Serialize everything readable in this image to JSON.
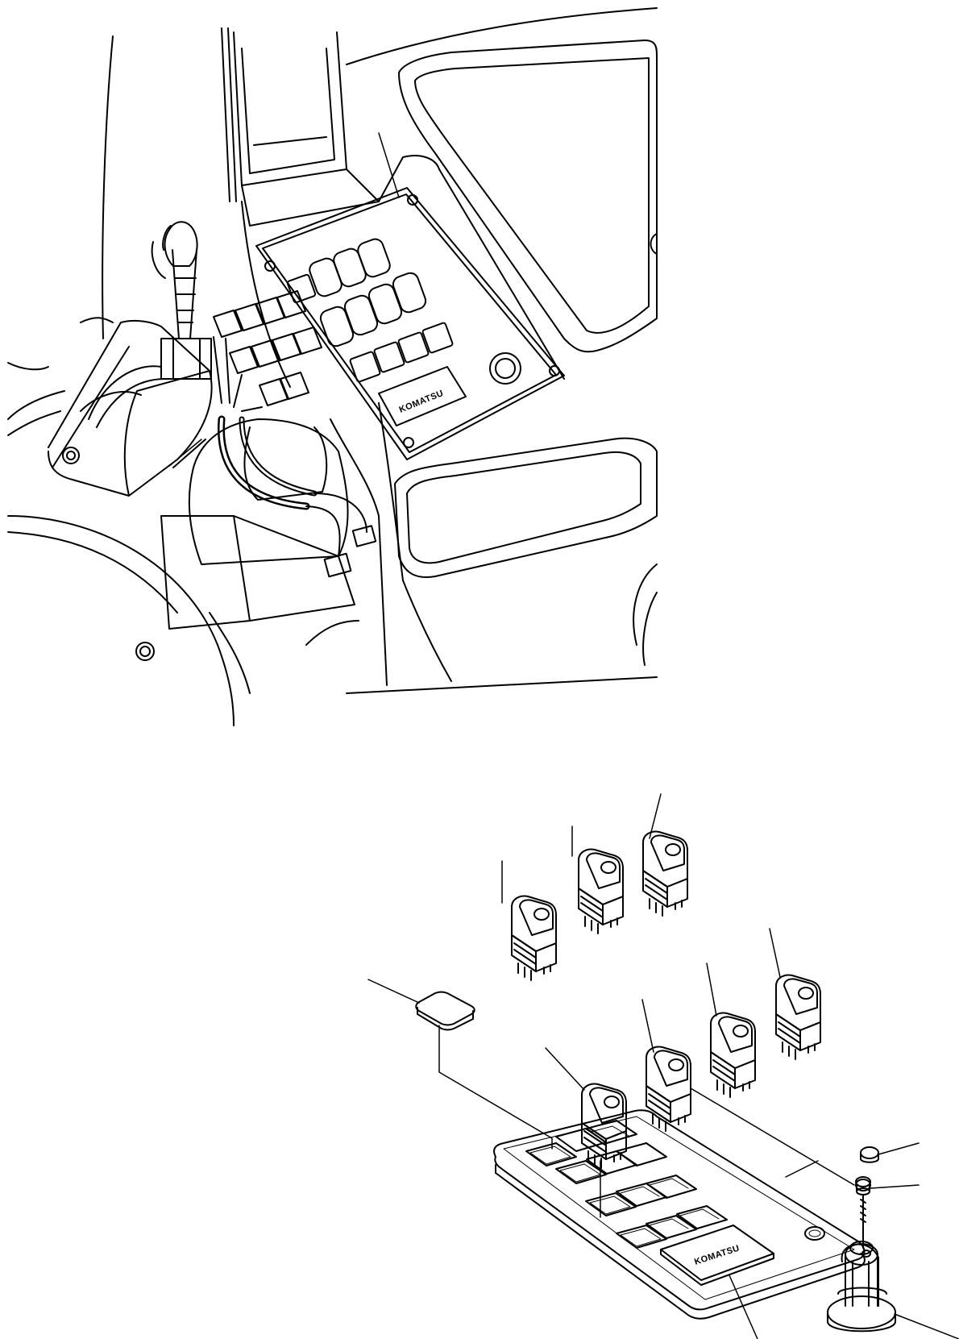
{
  "figure": {
    "type": "exploded parts diagram",
    "brand_logo_text": "KOMATSU",
    "stroke_color": "#000000",
    "background_color": "#ffffff",
    "views": [
      {
        "name": "cab-overview",
        "description_icon": "cab-console-icon"
      },
      {
        "name": "switch-panel-exploded",
        "description_icon": "switch-panel-icon"
      }
    ]
  }
}
